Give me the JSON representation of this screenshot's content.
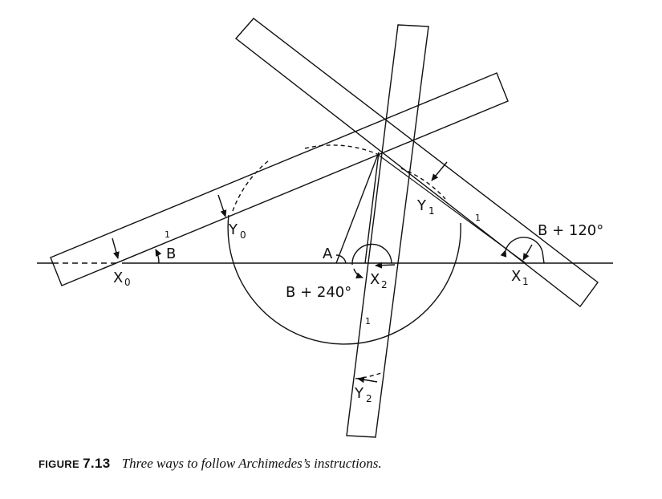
{
  "labels": {
    "x0": "X",
    "x0_sub": "0",
    "y0": "Y",
    "y0_sub": "0",
    "x1": "X",
    "x1_sub": "1",
    "y1": "Y",
    "y1_sub": "1",
    "x2": "X",
    "x2_sub": "2",
    "y2": "Y",
    "y2_sub": "2",
    "angle_b": "B",
    "angle_a": "A",
    "angle_b120": "B + 120°",
    "angle_b240": "B + 240°",
    "unit_mark": "1"
  },
  "caption": {
    "figure_word": "FIGURE",
    "figure_number": "7.13",
    "text": "Three ways to follow Archimedes’s instructions."
  }
}
